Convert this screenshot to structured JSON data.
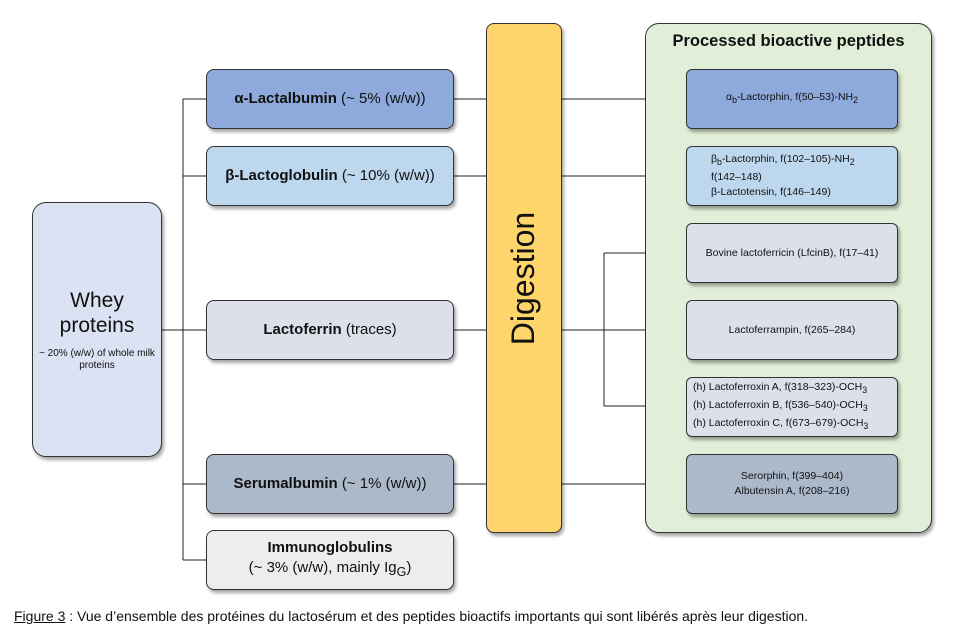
{
  "whey": {
    "title": "Whey proteins",
    "subtitle": "~ 20% (w/w) of whole milk proteins"
  },
  "proteins": [
    {
      "name": "α-Lactalbumin",
      "detail": " (~ 5% (w/w))",
      "color": "#8ea9db"
    },
    {
      "name": "β-Lactoglobulin",
      "detail": " (~ 10% (w/w))",
      "color": "#bdd7ee"
    },
    {
      "name": "Lactoferrin",
      "detail": " (traces)",
      "color": "#dbe0ea"
    },
    {
      "name": "Serumalbumin",
      "detail": " (~ 1% (w/w))",
      "color": "#acb9ca"
    },
    {
      "name": "Immunoglobulins",
      "detail": "(~ 3% (w/w), mainly Ig",
      "detail_sub": "G",
      "detail_end": ")",
      "color": "#ededed"
    }
  ],
  "digestion": {
    "label": "Digestion",
    "color": "#fdd56b"
  },
  "panel": {
    "title": "Processed bioactive peptides",
    "color": "#e1efd8"
  },
  "peptides": {
    "alpha": {
      "pre": "α",
      "pre_sub": "b",
      "main": "-Lactorphin, f(50–53)-NH",
      "sub": "2"
    },
    "beta": {
      "line1_pre": "β",
      "line1_sub": "b",
      "line1_main": "-Lactorphin, f(102–105)-NH",
      "line1_sub2": "2",
      "line2": "f(142–148)",
      "line3": "β-Lactotensin, f(146–149)"
    },
    "bovine": "Bovine lactoferricin (LfcinB), f(17–41)",
    "lactoferrampin": "Lactoferrampin, f(265–284)",
    "ferroxins": [
      {
        "text": "(h) Lactoferroxin A, f(318–323)-OCH",
        "sub": "3"
      },
      {
        "text": "(h) Lactoferroxin B, f(536–540)-OCH",
        "sub": "3"
      },
      {
        "text": "(h) Lactoferroxin C, f(673–679)-OCH",
        "sub": "3"
      }
    ],
    "serum": {
      "line1": "Serorphin, f(399–404)",
      "line2": "Albutensin A, f(208–216)"
    }
  },
  "caption": {
    "label": "Figure 3",
    "text": " : Vue d’ensemble des protéines du lactosérum et des peptides bioactifs importants qui sont libérés après leur digestion."
  }
}
